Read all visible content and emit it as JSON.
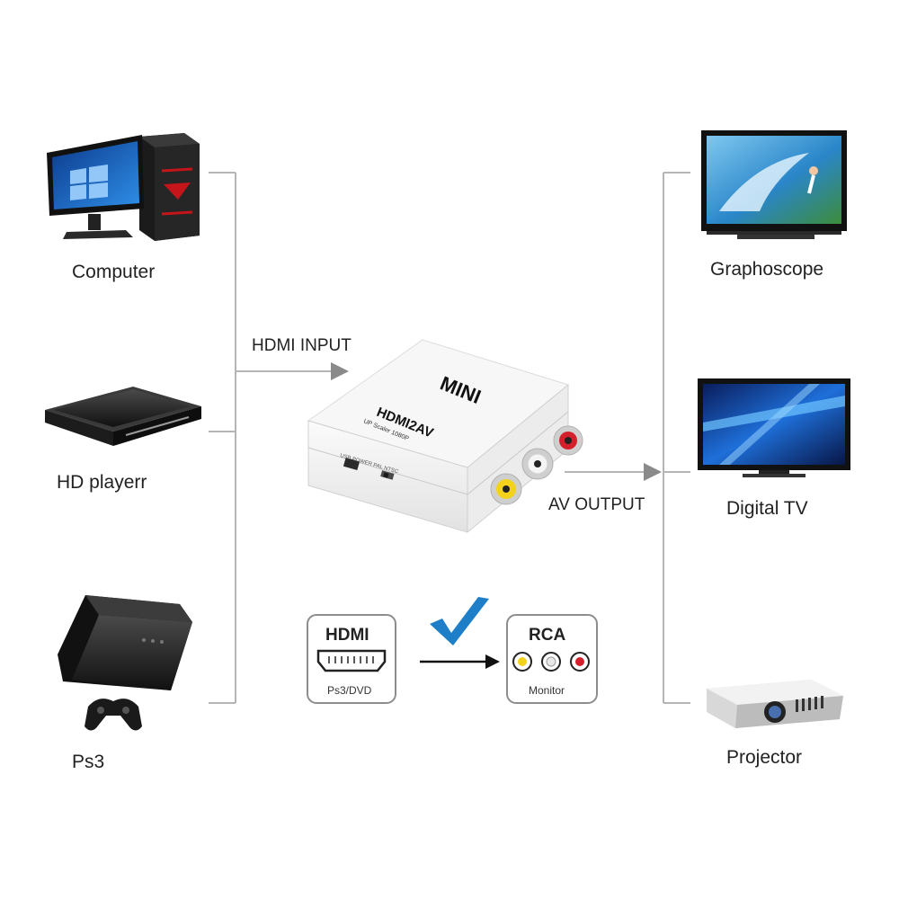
{
  "inputs": [
    {
      "label": "Computer",
      "icon": "computer-icon"
    },
    {
      "label": "HD playerr",
      "icon": "hd-player-icon"
    },
    {
      "label": "Ps3",
      "icon": "ps3-icon"
    }
  ],
  "outputs": [
    {
      "label": "Graphoscope",
      "icon": "tv-icon"
    },
    {
      "label": "Digital  TV",
      "icon": "tv-icon"
    },
    {
      "label": "Projector",
      "icon": "projector-icon"
    }
  ],
  "flow": {
    "input_label": "HDMI INPUT",
    "output_label": "AV OUTPUT"
  },
  "device": {
    "brand": "MINI",
    "model": "HDMI2AV",
    "subtitle": "UP Scaler 1080P",
    "switch_label": "USB POWER PAL NTSC"
  },
  "conversion": {
    "source_title": "HDMI",
    "source_sub": "Ps3/DVD",
    "target_title": "RCA",
    "target_sub": "Monitor"
  },
  "colors": {
    "line": "#b5b5b5",
    "arrow": "#8a8a8a",
    "check": "#1e7fc8",
    "rca_yellow": "#f2d21a",
    "rca_white": "#e9e9e9",
    "rca_red": "#d4202a"
  }
}
